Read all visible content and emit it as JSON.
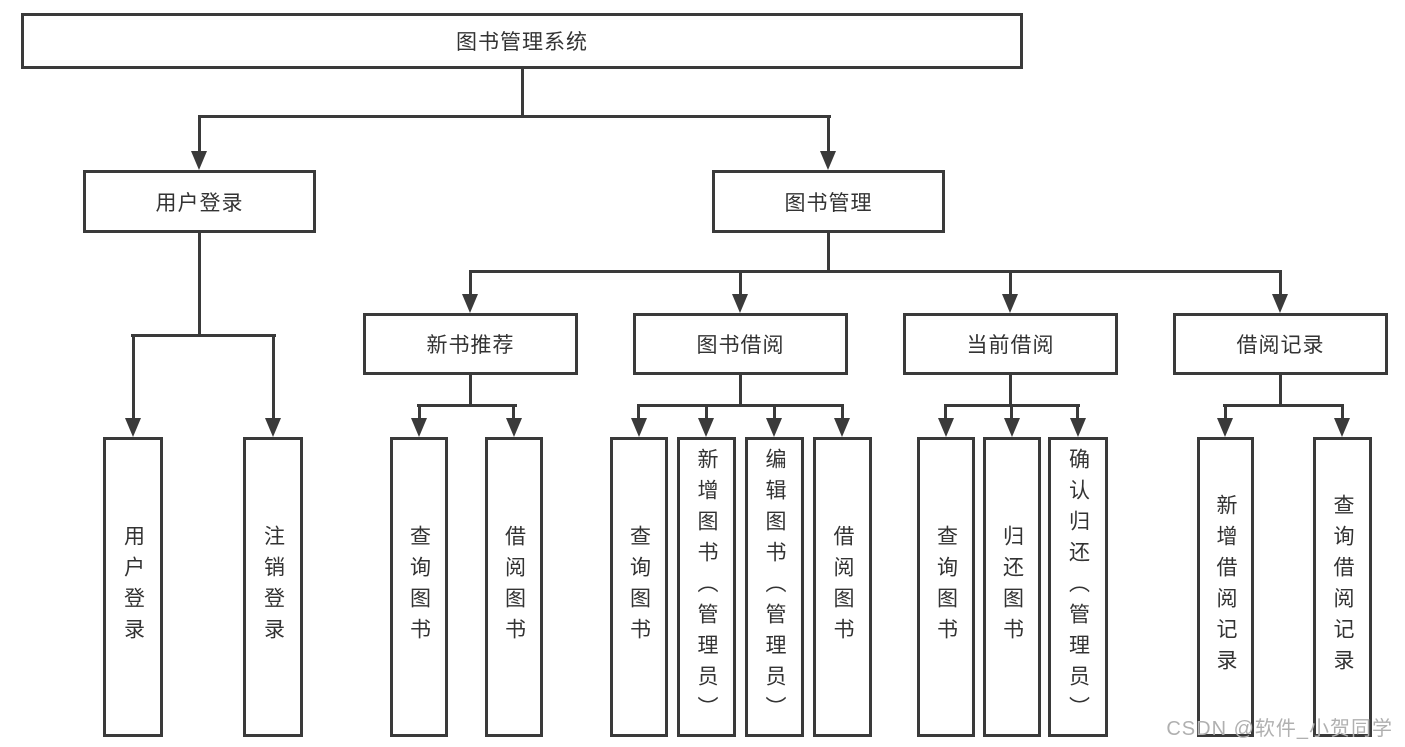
{
  "colors": {
    "line": "#3a3a3a",
    "box-border": "#3a3a3a",
    "text": "#333333",
    "watermark": "#b0b0b0",
    "background": "#ffffff"
  },
  "watermark": {
    "text": "CSDN @软件_小贺同学"
  },
  "tree": {
    "root": {
      "label": "图书管理系统",
      "children": [
        {
          "label": "用户登录",
          "children": [
            {
              "label": "用户登录"
            },
            {
              "label": "注销登录"
            }
          ]
        },
        {
          "label": "图书管理",
          "children": [
            {
              "label": "新书推荐",
              "children": [
                {
                  "label": "查询图书"
                },
                {
                  "label": "借阅图书"
                }
              ]
            },
            {
              "label": "图书借阅",
              "children": [
                {
                  "label": "查询图书"
                },
                {
                  "label": "新增图书（管理员）"
                },
                {
                  "label": "编辑图书（管理员）"
                },
                {
                  "label": "借阅图书"
                }
              ]
            },
            {
              "label": "当前借阅",
              "children": [
                {
                  "label": "查询图书"
                },
                {
                  "label": "归还图书"
                },
                {
                  "label": "确认归还（管理员）"
                }
              ]
            },
            {
              "label": "借阅记录",
              "children": [
                {
                  "label": "新增借阅记录"
                },
                {
                  "label": "查询借阅记录"
                }
              ]
            }
          ]
        }
      ]
    }
  }
}
